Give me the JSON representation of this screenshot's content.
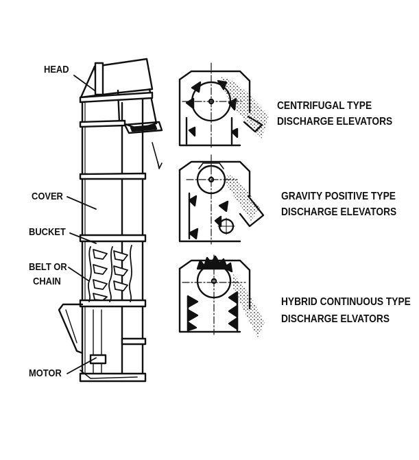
{
  "labels": {
    "head": "HEAD",
    "cover": "COVER",
    "bucket": "BUCKET",
    "belt_line1": "BELT OR",
    "belt_line2": "CHAIN",
    "motor": "MOTOR"
  },
  "types": [
    {
      "line1": "CENTRIFUGAL TYPE",
      "line2": "DISCHARGE ELEVATORS"
    },
    {
      "line1": "GRAVITY POSITIVE TYPE",
      "line2": "DISCHARGE ELEVATORS"
    },
    {
      "line1": "HYBRID CONTINUOUS TYPE",
      "line2": "DISCHARGE ELVATORS"
    }
  ],
  "colors": {
    "ink": "#111111",
    "background": "#ffffff"
  }
}
